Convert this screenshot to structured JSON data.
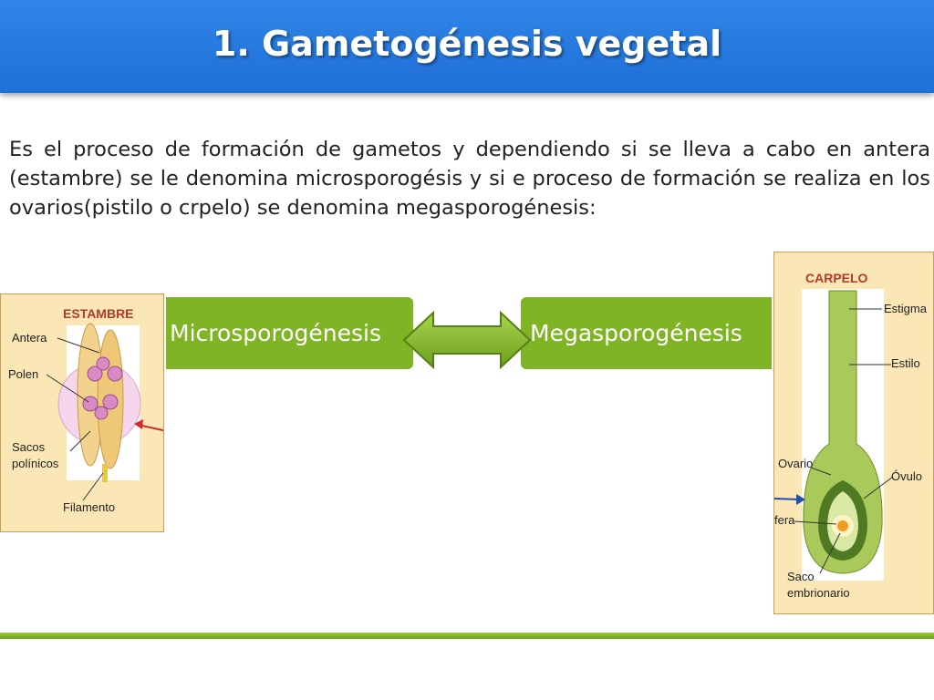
{
  "header": {
    "title": "1. Gametogénesis vegetal"
  },
  "intro": {
    "text": "Es el proceso de formación de gametos y dependiendo si se lleva a cabo en antera (estambre) se le denomina microsporogésis y si e proceso de formación se realiza en los ovarios(pistilo o crpelo) se denomina megasporogénesis:"
  },
  "diagram": {
    "left_box": "Microsporogénesis",
    "right_box": "Megasporogénesis",
    "box_color": "#7fb424",
    "arrow_color": "#8fc33a"
  },
  "estambre": {
    "heading": "ESTAMBRE",
    "labels": {
      "antera": "Antera",
      "polen": "Polen",
      "sacos_1": "Sacos",
      "sacos_2": "polínicos",
      "filamento": "Filamento"
    }
  },
  "carpelo": {
    "heading": "CARPELO",
    "labels": {
      "estigma": "Estigma",
      "estilo": "Estilo",
      "ovario": "Ovario",
      "ovulo": "Óvulo",
      "fera": "fera",
      "saco_1": "Saco",
      "saco_2": "embrionario"
    }
  },
  "colors": {
    "header": "#2a7fe3",
    "divider": "#8cc43a",
    "panel_bg": "#fbe6b6"
  }
}
